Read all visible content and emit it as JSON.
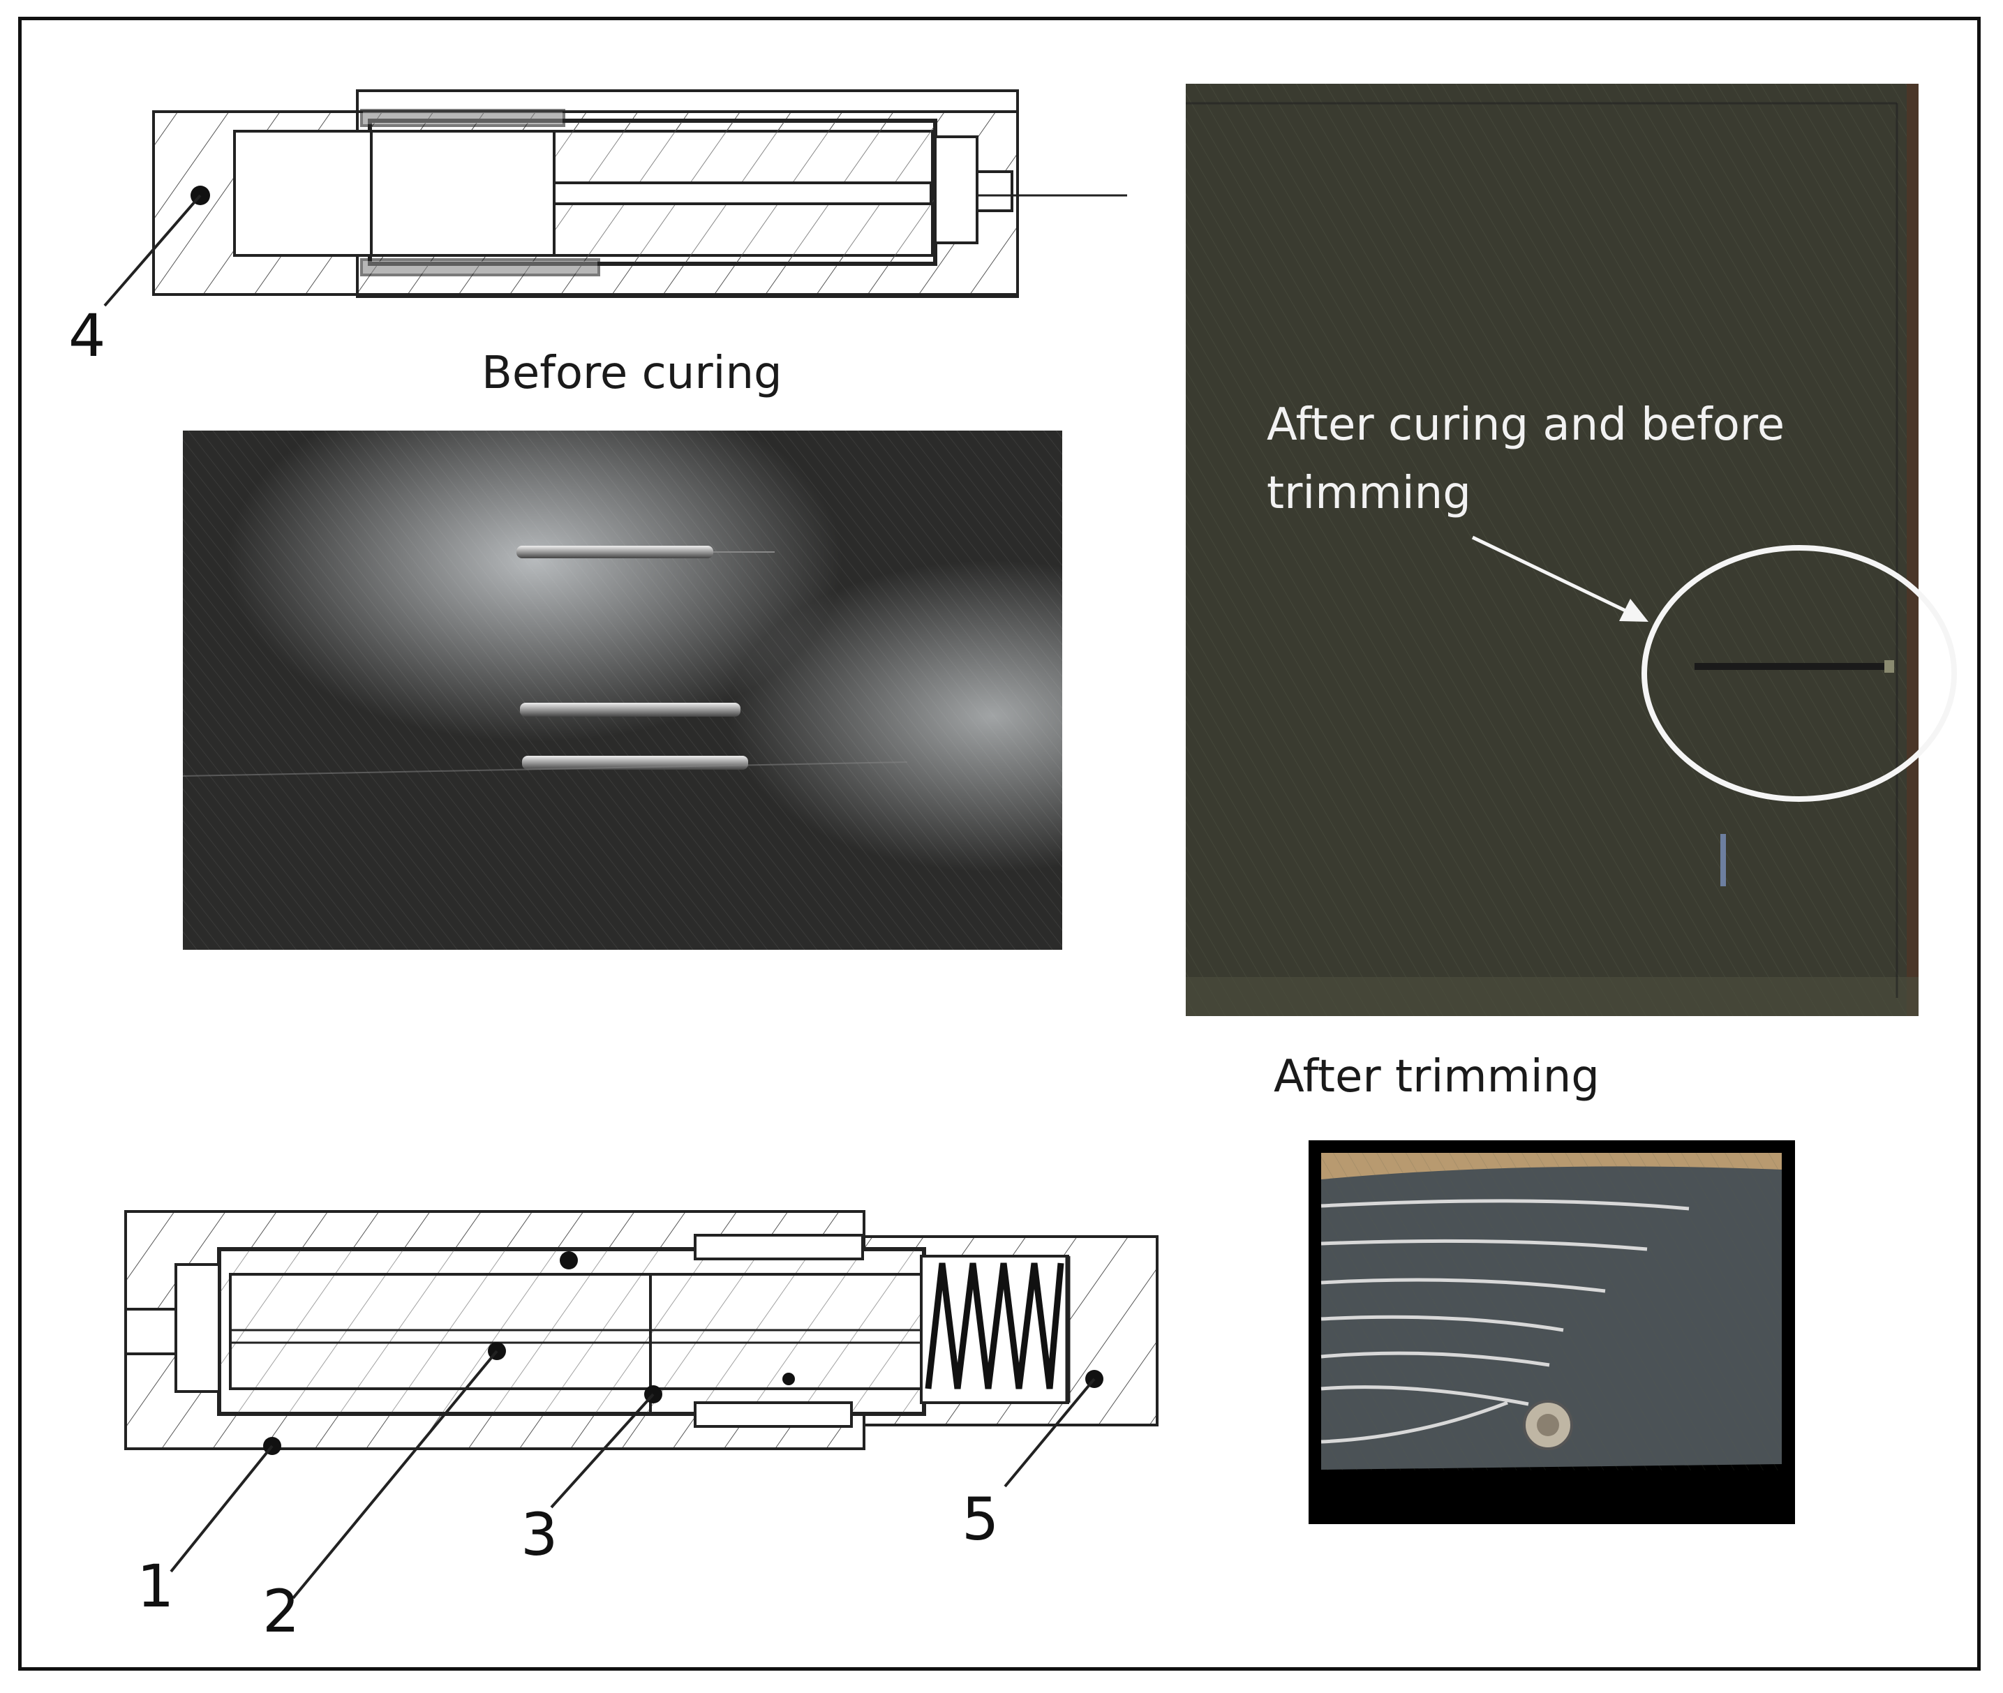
{
  "captions": {
    "before_curing": "Before curing",
    "after_curing_line1": "After  curing and before",
    "after_curing_line2": "trimming",
    "after_trimming": "After trimming"
  },
  "part_labels": {
    "l1": "1",
    "l2": "2",
    "l3": "3",
    "l4": "4",
    "l5": "5"
  },
  "colors": {
    "line": "#222222",
    "laminate_dark": "#2c2c2a",
    "laminate_olive": "#3a3b30",
    "annotation_white": "#f5f5f5"
  }
}
